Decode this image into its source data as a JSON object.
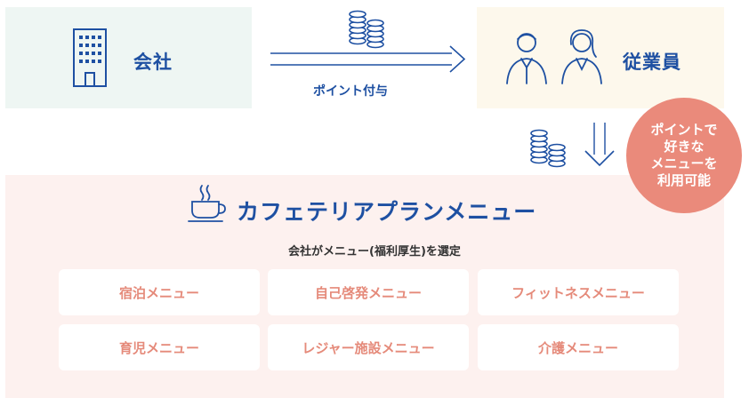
{
  "company": {
    "label": "会社",
    "icon": "building-icon"
  },
  "employees": {
    "label": "従業員",
    "icon": "employees-icon"
  },
  "flow": {
    "label": "ポイント付与",
    "icon": "coin-stack-icon"
  },
  "badge": {
    "text": "ポイントで\n好きな\nメニューを\n利用可能"
  },
  "menu": {
    "title": "カフェテリアプランメニュー",
    "icon": "coffee-cup-icon",
    "subtitle": "会社がメニュー(福利厚生)を選定",
    "items": [
      "宿泊メニュー",
      "自己啓発メニュー",
      "フィットネスメニュー",
      "育児メニュー",
      "レジャー施設メニュー",
      "介護メニュー"
    ]
  },
  "colors": {
    "primary": "#1e50a2",
    "accent": "#ea8a7b",
    "menu_text": "#e58a7a",
    "company_bg": "#eef6f3",
    "employee_bg": "#fdf8ec",
    "menu_bg": "#fdf1ef"
  }
}
